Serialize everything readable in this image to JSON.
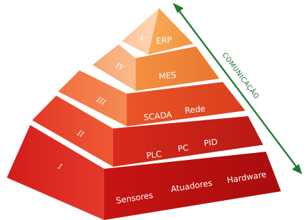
{
  "levels": [
    {
      "roman": "I",
      "labels": [
        "Sensores",
        "Atuadores",
        "Hardware"
      ]
    },
    {
      "roman": "II",
      "labels": [
        "PLC",
        "PC",
        "PID"
      ]
    },
    {
      "roman": "III",
      "labels": [
        "SCADA",
        "Rede"
      ]
    },
    {
      "roman": "IV",
      "labels": [
        "MES"
      ]
    },
    {
      "roman": "V",
      "labels": [
        "ERP"
      ]
    }
  ],
  "arrow_label": "COMUNICAÇÃO",
  "colors": {
    "level1": "#d61f1f",
    "level2": "#e0301f",
    "level3": "#ea5a22",
    "level4": "#f28a3a",
    "level5": "#f6a560",
    "arrow": "#1e7a30"
  }
}
